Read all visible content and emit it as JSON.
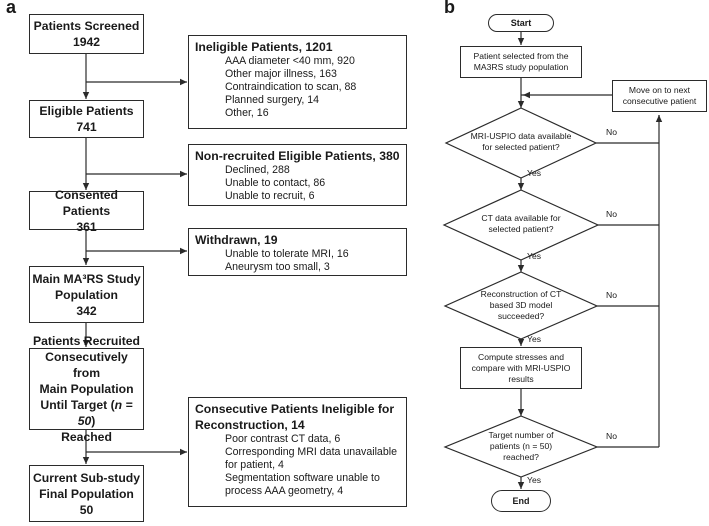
{
  "panel_a": {
    "label": "a",
    "main": [
      {
        "lines": [
          "Patients Screened",
          "1942"
        ]
      },
      {
        "lines": [
          "Eligible Patients",
          "741"
        ]
      },
      {
        "lines": [
          "Consented Patients",
          "361"
        ]
      },
      {
        "lines": [
          "Main MA³RS Study",
          "Population",
          "342"
        ]
      },
      {
        "lines": [
          "Patients Recruited",
          "Consecutively from",
          "Main Population",
          "Until Target (n = 50)",
          "Reached"
        ]
      },
      {
        "lines": [
          "Current Sub-study",
          "Final Population",
          "50"
        ]
      }
    ],
    "side": [
      {
        "title": "Ineligible Patients, 1201",
        "items": [
          "AAA diameter <40 mm, 920",
          "Other major illness, 163",
          "Contraindication to scan, 88",
          "Planned surgery, 14",
          "Other, 16"
        ]
      },
      {
        "title": "Non-recruited Eligible Patients, 380",
        "items": [
          "Declined, 288",
          "Unable to contact, 86",
          "Unable to recruit, 6"
        ]
      },
      {
        "title": "Withdrawn, 19",
        "items": [
          "Unable to tolerate MRI, 16",
          "Aneurysm too small, 3"
        ]
      },
      {
        "title": "Consecutive Patients Ineligible for Reconstruction, 14",
        "items": [
          "Poor contrast CT data, 6",
          "Corresponding MRI data unavailable for patient, 4",
          "Segmentation software unable to process AAA geometry, 4"
        ]
      }
    ]
  },
  "panel_b": {
    "label": "b",
    "start": "Start",
    "end": "End",
    "select": "Patient selected from the MA3RS study population",
    "move_on": "Move on to next consecutive patient",
    "decisions": [
      "MRI-USPIO data available for selected patient?",
      "CT data available for selected patient?",
      "Reconstruction of CT based 3D model succeeded?",
      "Target number of patients (n = 50) reached?"
    ],
    "compute": "Compute stresses and compare with MRI-USPIO results",
    "yes": "Yes",
    "no": "No"
  }
}
